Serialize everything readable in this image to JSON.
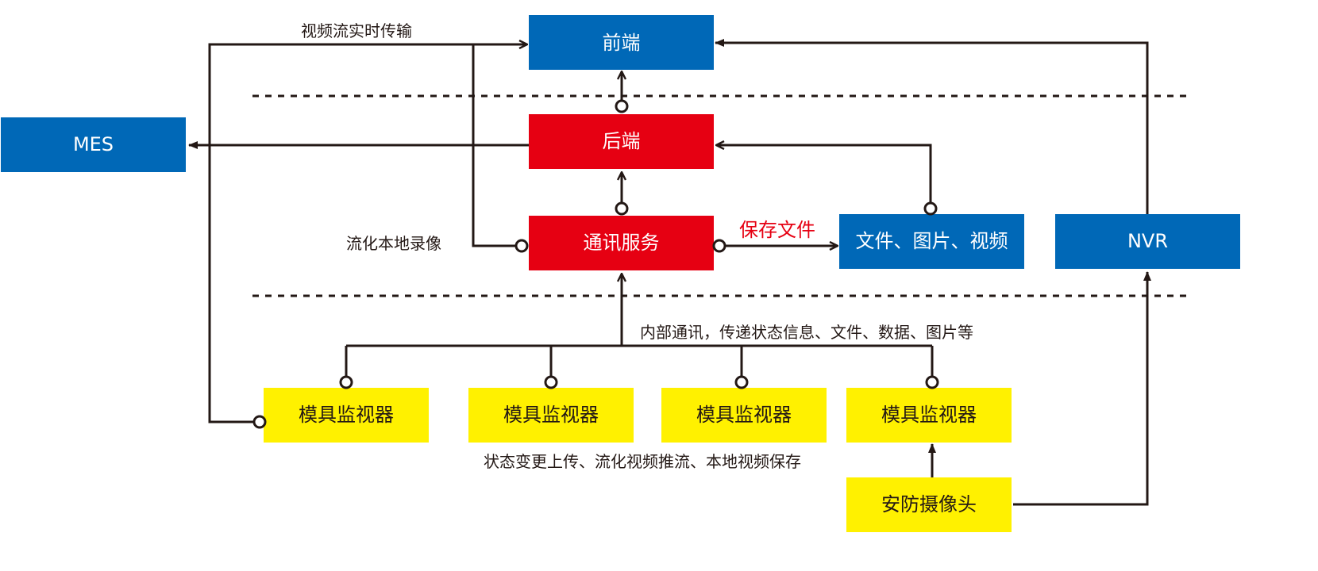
{
  "colors": {
    "blue": "#0068b7",
    "red": "#e60012",
    "yellow": "#fff100",
    "line": "#231815",
    "white_text": "#ffffff",
    "dark_text": "#231815",
    "red_label": "#e60012"
  },
  "nodes": {
    "frontend": "前端",
    "mes": "MES",
    "backend": "后端",
    "comm_service": "通讯服务",
    "files": "文件、图片、视频",
    "nvr": "NVR",
    "mold_monitor_1": "模具监视器",
    "mold_monitor_2": "模具监视器",
    "mold_monitor_3": "模具监视器",
    "mold_monitor_4": "模具监视器",
    "security_camera": "安防摄像头"
  },
  "labels": {
    "video_stream": "视频流实时传输",
    "local_recording": "流化本地录像",
    "save_file": "保存文件",
    "internal_comm": "内部通讯，传递状态信息、文件、数据、图片等",
    "monitor_functions": "状态变更上传、流化视频推流、本地视频保存"
  }
}
